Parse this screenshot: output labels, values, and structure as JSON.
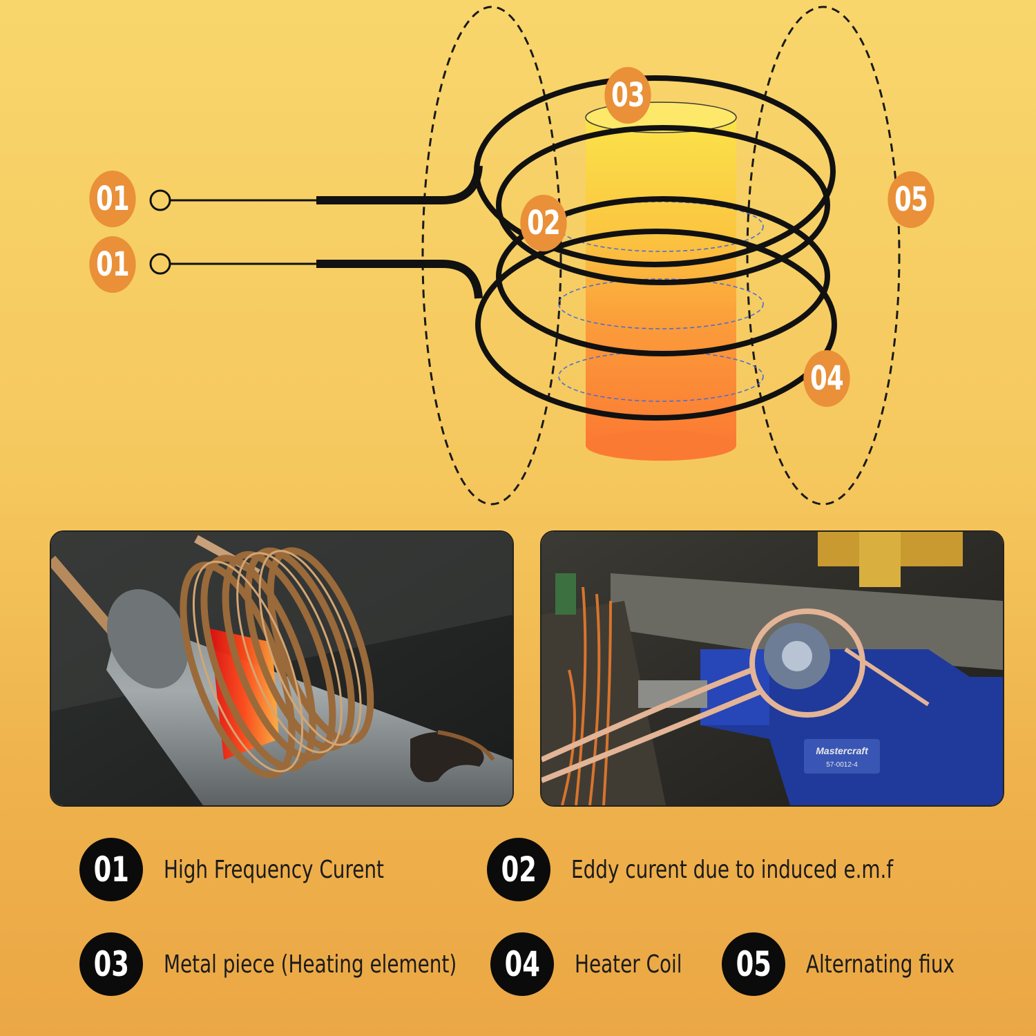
{
  "markers": {
    "m01a": "01",
    "m01b": "01",
    "m02": "02",
    "m03": "03",
    "m04": "04",
    "m05": "05"
  },
  "photos": {
    "left": {
      "subject": "braided copper coil wrapped around a glowing metal pipe",
      "icon": "coil-on-pipe"
    },
    "right": {
      "subject": "copper loop coil around a nut held in a blue vise",
      "icon": "vise-coil",
      "vise_brand": "Mastercraft",
      "vise_code": "57-0012-4"
    }
  },
  "legend": [
    {
      "num": "01",
      "label": "High Frequency Curent"
    },
    {
      "num": "02",
      "label": "Eddy curent due to induced e.m.f"
    },
    {
      "num": "03",
      "label": "Metal piece (Heating element)"
    },
    {
      "num": "04",
      "label": "Heater Coil"
    },
    {
      "num": "05",
      "label": "Alternating fiux"
    }
  ],
  "colors": {
    "badge_orange": "#e99038",
    "legend_badge": "#0b0b0b",
    "coil": "#111111",
    "flux_dashes": "#1a1a1a",
    "eddy_dashes": "#4a6fd0"
  }
}
